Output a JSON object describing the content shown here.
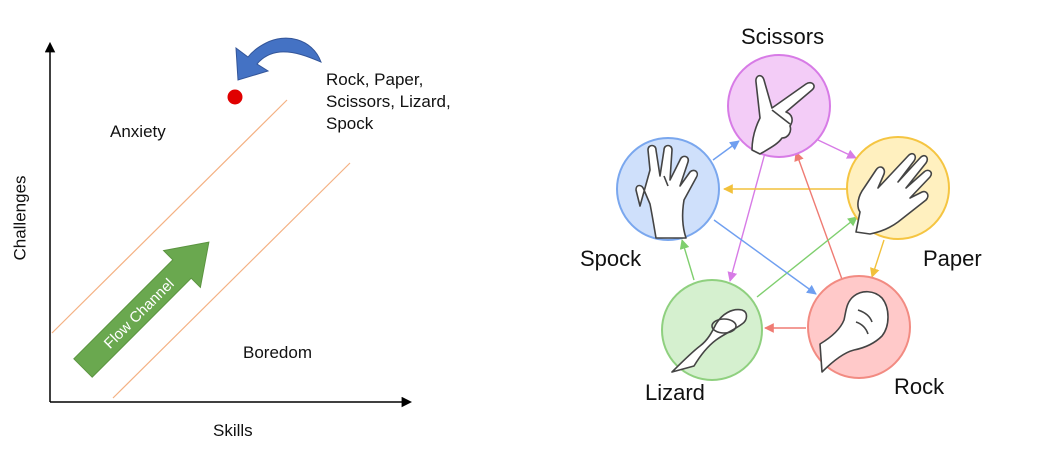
{
  "flow_chart": {
    "x_axis_label": "Skills",
    "y_axis_label": "Challenges",
    "anxiety_label": "Anxiety",
    "boredom_label": "Boredom",
    "flow_channel_label": "Flow Channel",
    "game_note_lines": [
      "Rock, Paper,",
      "Scissors, Lizard,",
      "Spock"
    ],
    "colors": {
      "flow_arrow": "#6aa84f",
      "channel_lines": "#f4b183",
      "marker": "#e00000",
      "curved_arrow": "#4472c4"
    }
  },
  "rpsls": {
    "nodes": {
      "scissors": {
        "label": "Scissors",
        "fill": "#f3ccf7",
        "stroke": "#d77be6",
        "icon": "scissors-hand-icon"
      },
      "paper": {
        "label": "Paper",
        "fill": "#fff0bf",
        "stroke": "#f5c542",
        "icon": "paper-hand-icon"
      },
      "rock": {
        "label": "Rock",
        "fill": "#ffc9c9",
        "stroke": "#f28b82",
        "icon": "rock-hand-icon"
      },
      "lizard": {
        "label": "Lizard",
        "fill": "#d5f0cf",
        "stroke": "#8fd07f",
        "icon": "lizard-hand-icon"
      },
      "spock": {
        "label": "Spock",
        "fill": "#cfe0fb",
        "stroke": "#7aa7ee",
        "icon": "spock-hand-icon"
      }
    }
  }
}
